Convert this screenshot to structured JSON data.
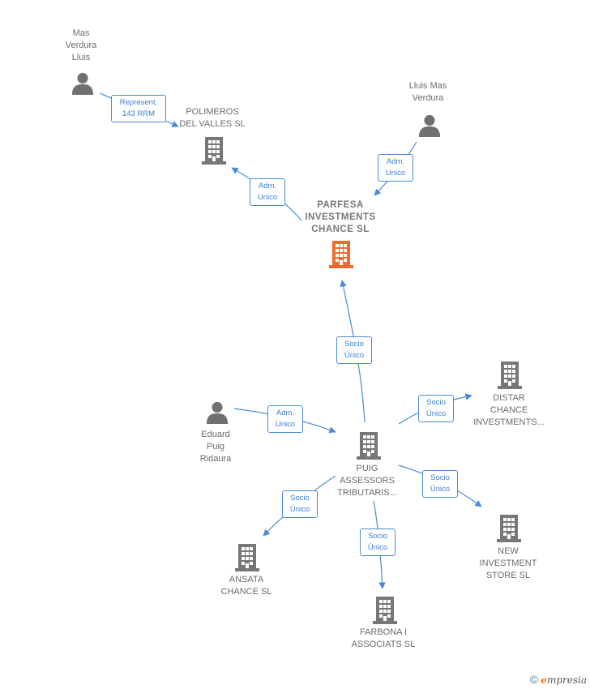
{
  "colors": {
    "edge": "#4a8bd6",
    "building": "#777777",
    "building_main": "#f26a2e",
    "person": "#707070"
  },
  "nodes": [
    {
      "id": "mas_verdura_lluis",
      "type": "person",
      "label": "Mas\nVerdura\nLluis"
    },
    {
      "id": "lluis_mas_verdura",
      "type": "person",
      "label": "Lluis Mas\nVerdura"
    },
    {
      "id": "polimeros",
      "type": "company",
      "label": "POLIMEROS\nDEL VALLES SL"
    },
    {
      "id": "parfesa",
      "type": "company_main",
      "label": "PARFESA\nINVESTMENTS\nCHANCE SL"
    },
    {
      "id": "eduard",
      "type": "person",
      "label": "Eduard\nPuig\nRidaura"
    },
    {
      "id": "puig",
      "type": "company",
      "label": "PUIG\nASSESSORS\nTRIBUTARIS..."
    },
    {
      "id": "distar",
      "type": "company",
      "label": "DISTAR\nCHANCE\nINVESTMENTS..."
    },
    {
      "id": "new_investment",
      "type": "company",
      "label": "NEW\nINVESTMENT\nSTORE SL"
    },
    {
      "id": "ansata",
      "type": "company",
      "label": "ANSATA\nCHANCE SL"
    },
    {
      "id": "farbona",
      "type": "company",
      "label": "FARBONA I\nASSOCIATS SL"
    }
  ],
  "edges": [
    {
      "from": "mas_verdura_lluis",
      "to": "polimeros",
      "label": "Represent.\n143 RRM"
    },
    {
      "from": "parfesa",
      "to": "polimeros",
      "label": "Adm.\nUnico"
    },
    {
      "from": "lluis_mas_verdura",
      "to": "parfesa",
      "label": "Adm.\nUnico"
    },
    {
      "from": "puig",
      "to": "parfesa",
      "label": "Socio\nÚnico"
    },
    {
      "from": "eduard",
      "to": "puig",
      "label": "Adm.\nUnico"
    },
    {
      "from": "puig",
      "to": "distar",
      "label": "Socio\nÚnico"
    },
    {
      "from": "puig",
      "to": "new_investment",
      "label": "Socio\nÚnico"
    },
    {
      "from": "puig",
      "to": "ansata",
      "label": "Socio\nÚnico"
    },
    {
      "from": "puig",
      "to": "farbona",
      "label": "Socio\nÚnico"
    }
  ],
  "brand": {
    "copyright": "©",
    "initial": "e",
    "name": "mpresia"
  }
}
